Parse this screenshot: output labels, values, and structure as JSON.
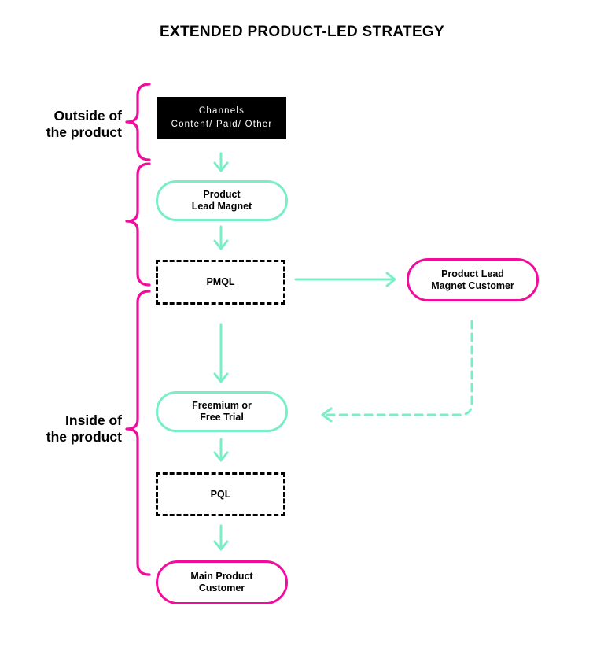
{
  "title": "EXTENDED PRODUCT-LED STRATEGY",
  "colors": {
    "pink": "#F10C9E",
    "teal": "#79EEC8",
    "box_black": "#000000",
    "background": "#FFFFFF"
  },
  "labels": {
    "outside": {
      "line1": "Outside of",
      "line2": "the product"
    },
    "inside": {
      "line1": "Inside of",
      "line2": "the product"
    }
  },
  "nodes": [
    {
      "id": "channels",
      "line1": "Channels",
      "line2": "Content/ Paid/ Other",
      "style": "black-filled"
    },
    {
      "id": "product-lead-magnet",
      "line1": "Product",
      "line2": "Lead Magnet",
      "style": "teal-pill"
    },
    {
      "id": "pmql",
      "line1": "PMQL",
      "style": "dashed-rect"
    },
    {
      "id": "product-lead-magnet-customer",
      "line1": "Product Lead",
      "line2": "Magnet Customer",
      "style": "pink-pill"
    },
    {
      "id": "freemium-or-free-trial",
      "line1": "Freemium or",
      "line2": "Free Trial",
      "style": "teal-pill"
    },
    {
      "id": "pql",
      "line1": "PQL",
      "style": "dashed-rect"
    },
    {
      "id": "main-product-customer",
      "line1": "Main Product",
      "line2": "Customer",
      "style": "pink-pill"
    }
  ]
}
